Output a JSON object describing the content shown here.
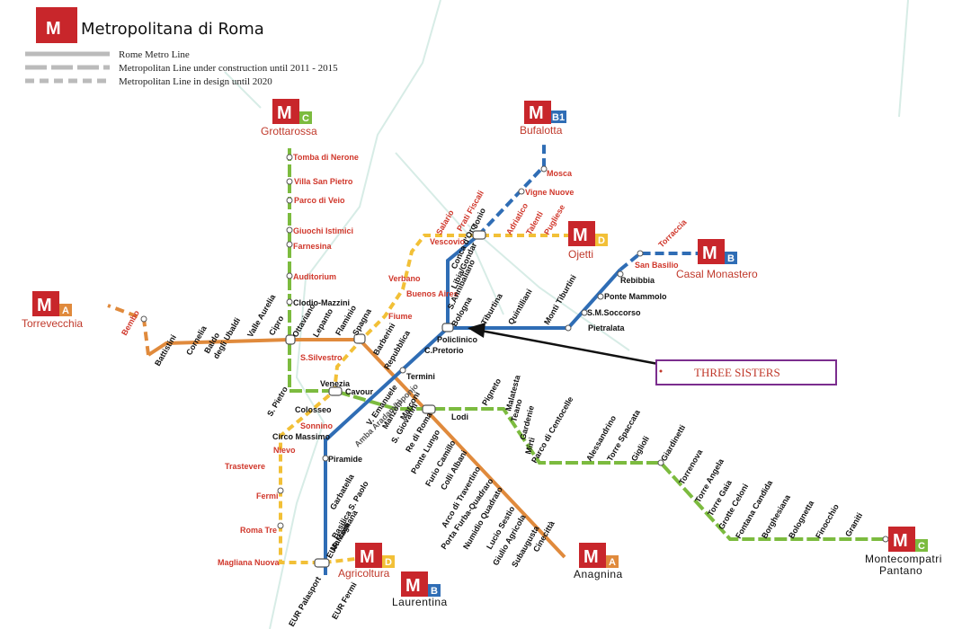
{
  "title": "Metropolitana di Roma",
  "title_letter": "M",
  "legend": [
    {
      "label": "Rome Metro Line",
      "style": "solid"
    },
    {
      "label": "Metropolitan Line under construction until 2011 - 2015",
      "style": "dashed"
    },
    {
      "label": "Metropolitan Line in design until 2020",
      "style": "dotted"
    }
  ],
  "colors": {
    "A": "#e08a3c",
    "B": "#2f6db5",
    "B1": "#2f6db5",
    "C": "#7cbb3f",
    "D": "#f2c037",
    "logo": "#c8262b",
    "callout": "#7b2d8e",
    "river": "#d7ece6"
  },
  "termini": {
    "grottarossa": {
      "name": "Grottarossa",
      "line": "C"
    },
    "bufalotta": {
      "name": "Bufalotta",
      "line": "B1"
    },
    "ojetti": {
      "name": "Ojetti",
      "line": "D"
    },
    "casal": {
      "name": "Casal Monastero",
      "line": "B"
    },
    "torrevecchia": {
      "name": "Torrevecchia",
      "line": "A"
    },
    "agricoltura": {
      "name": "Agricoltura",
      "line": "D"
    },
    "laurentina": {
      "name": "Laurentina",
      "line": "B"
    },
    "anagnina": {
      "name": "Anagnina",
      "line": "A"
    },
    "pantano_1": "Montecompatri",
    "pantano_2": "Pantano",
    "pantano_line": "C"
  },
  "callout": "THREE SISTERS",
  "stations": {
    "tomba": "Tomba di Nerone",
    "villa": "Villa San Pietro",
    "parco_veio": "Parco di Veio",
    "giuochi": "Giuochi Istimici",
    "farnesina": "Farnesina",
    "auditorium": "Auditorium",
    "clodio": "Clodio-Mazzini",
    "ottaviano": "Ottaviano",
    "lepanto": "Lepanto",
    "flaminio": "Flaminio",
    "spagna": "Spagna",
    "barberini": "Barberini",
    "repubblica": "Repubblica",
    "termini": "Termini",
    "vittorio": "V. Emanuele",
    "manzoni": "Manzoni",
    "sgiovanni": "S. Giovanni",
    "rediroma": "Re di Roma",
    "pontelungo": "Ponte Lungo",
    "furio": "Furio Camillo",
    "colli": "Colli Albani",
    "arco": "Arco di Travertino",
    "porta_furba": "Porta Furba-Quadraro",
    "numidio": "Numidio Quadrato",
    "lucio": "Lucio Sestio",
    "giulio": "Giulio Agricola",
    "subaugusta": "Subaugusta",
    "cinecitta": "Cinecittà",
    "battistini": "Battistini",
    "cornelia": "Cornelia",
    "baldo": "Baldo",
    "baldo2": "degli Ubaldi",
    "valle": "Valle Aurelia",
    "cipro": "Cipro",
    "bembo": "Bembo",
    "ssilvestro": "S.Silvestro",
    "venezia": "Venezia",
    "cavour": "Cavour",
    "colosseo": "Colosseo",
    "spietro": "S. Pietro",
    "sonnino": "Sonnino",
    "circo": "Circo Massimo",
    "nievo": "Nievo",
    "trastevere": "Trastevere",
    "piramide": "Piramide",
    "fermi": "Fermi",
    "garbatella": "Garbatella",
    "basilica": "Basilica S. Paolo",
    "romatre": "Roma Tre",
    "marconi_b": "Marconi",
    "eur_magliana": "EUR Magliana",
    "magliana": "Magliana Nuova",
    "eur_palasport": "EUR Palasport",
    "eur_fermi": "EUR Fermi",
    "policlinico": "Policlinico",
    "cpretorio": "C.Pretorio",
    "bologna": "Bologna",
    "tiburtina": "Tiburtina",
    "quintiliani": "Quintiliani",
    "monti": "Monti Tiburtini",
    "pietralata": "Pietralata",
    "smsoccorso": "S.M.Soccorso",
    "mammolo": "Ponte Mammolo",
    "rebibbia": "Rebibbia",
    "sanbasilio": "San Basilio",
    "torraccia": "Torraccia",
    "annibaliano": "S.Annibaliano",
    "libia": "Libia/Gondar",
    "conca": "Conca d'Oro",
    "jonio": "Jonio",
    "vignenuove": "Vigne Nuove",
    "mosca": "Mosca",
    "verbano": "Verbano",
    "buenos": "Buenos Aires",
    "fiume": "Fiume",
    "vescovio": "Vescovio",
    "salario": "Salario",
    "prati": "Prati Fiscali",
    "adriatico": "Adriatico",
    "talenti": "Talenti",
    "pugliese": "Pugliese",
    "lodi": "Lodi",
    "pigneto": "Pigneto",
    "malatesta": "Malatesta",
    "teano": "Teano",
    "gardenie": "Gardenie",
    "mirti": "Mirti",
    "centocelle": "Parco di Centocelle",
    "alessandrino": "Alessandrino",
    "torre_spaccata": "Torre Spaccata",
    "giglioli": "Giglioli",
    "giardinetti": "Giardinetti",
    "torrenova": "Torrenova",
    "torre_angela": "Torre Angela",
    "torre_gaia": "Torre Gaia",
    "grotte_celoni": "Grotte Celoni",
    "fontana": "Fontana Candida",
    "borghesiana": "Borghesiana",
    "bolognetta": "Bolognetta",
    "finocchio": "Finocchio",
    "graniti": "Graniti",
    "marconi_d": "Marconi",
    "amba": "Amba Aradam/Ipponio"
  }
}
